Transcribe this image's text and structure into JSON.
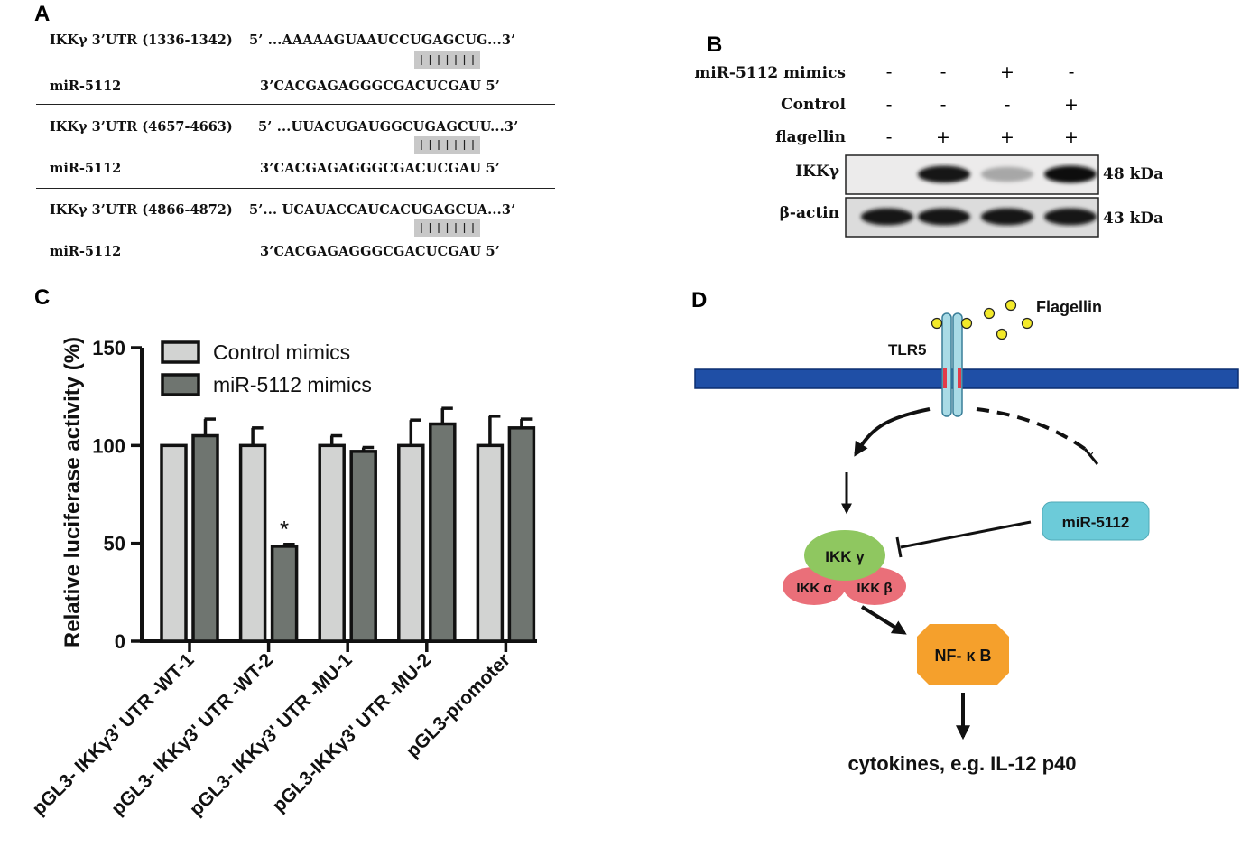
{
  "panel_labels": {
    "a": "A",
    "b": "B",
    "c": "C",
    "d": "D"
  },
  "panel_a": {
    "rows": [
      {
        "target": "IKKγ 3’UTR (1336-1342)",
        "target_seq": "5’ ...AAAAAGUAAUCCUGAGCUG...3’",
        "mirna": "miR-5112",
        "mirna_seq": "3’CACGAGAGGGCGACUCGAU 5’"
      },
      {
        "target": "IKKγ 3’UTR (4657-4663)",
        "target_seq": "5’ ...UUACUGAUGGCUGAGCUU...3’",
        "mirna": "miR-5112",
        "mirna_seq": "3’CACGAGAGGGCGACUCGAU 5’"
      },
      {
        "target": "IKKγ 3’UTR (4866-4872)",
        "target_seq": "5’... UCAUACCAUCACUGAGCUA...3’",
        "mirna": "miR-5112",
        "mirna_seq": "3’CACGAGAGGGCGACUCGAU 5’"
      }
    ]
  },
  "panel_b": {
    "conditions": [
      {
        "label": "miR-5112 mimics",
        "signs": [
          "-",
          "-",
          "+",
          "-"
        ]
      },
      {
        "label": "Control",
        "signs": [
          "-",
          "-",
          "-",
          "+"
        ]
      },
      {
        "label": "flagellin",
        "signs": [
          "-",
          "+",
          "+",
          "+"
        ]
      }
    ],
    "blots": [
      {
        "label": "IKKγ",
        "size": "48 kDa",
        "intensities": [
          0.0,
          0.95,
          0.18,
          1.0
        ]
      },
      {
        "label": "β-actin",
        "size": "43 kDa",
        "intensities": [
          0.95,
          0.95,
          0.95,
          0.95
        ]
      }
    ]
  },
  "chart_data": {
    "type": "bar",
    "title": "",
    "xlabel": "",
    "ylabel": "Relative luciferase activity (%)",
    "ylim": [
      0,
      150
    ],
    "yticks": [
      "0",
      "50",
      "100",
      "150"
    ],
    "categories": [
      "pGL3- IKKγ3' UTR -WT-1",
      "pGL3- IKKγ3' UTR -WT-2",
      "pGL3- IKKγ3' UTR -MU-1",
      "pGL3-IKKγ3' UTR -MU-2",
      "pGL3-promoter"
    ],
    "series": [
      {
        "name": "Control mimics",
        "color": "#d2d3d2",
        "values": [
          100,
          100,
          100,
          100,
          100
        ],
        "errors": [
          0,
          9,
          5,
          13,
          15
        ]
      },
      {
        "name": "miR-5112 mimics",
        "color": "#6f7570",
        "values": [
          105,
          48.5,
          97,
          111,
          109
        ],
        "errors": [
          8.5,
          1,
          2,
          8,
          4.5
        ]
      }
    ],
    "annotations": [
      {
        "category": 1,
        "series": 1,
        "text": "*"
      }
    ],
    "legend": "top-left",
    "grid": false
  },
  "panel_d": {
    "flagellin_label": "Flagellin",
    "receptor_label": "TLR5",
    "mirna_label": "miR-5112",
    "ikk_gamma": "IKK γ",
    "ikk_alpha": "IKK α",
    "ikk_beta": "IKK β",
    "nfkb": "NF- κ B",
    "output": "cytokines, e.g. IL-12 p40",
    "colors": {
      "membrane": "#1f4fa6",
      "mirna_box": "#6ccbd9",
      "ikk_gamma": "#8fc760",
      "ikk_ab": "#ea6f79",
      "nfkb": "#f5a02c",
      "receptor": "#a9dbe6",
      "flagellin": "#f3ea2a"
    }
  }
}
